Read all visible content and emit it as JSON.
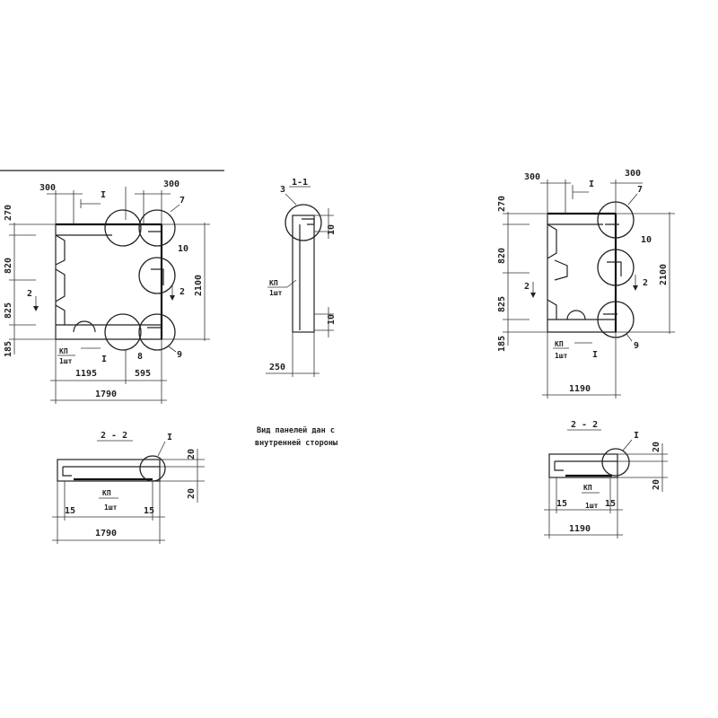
{
  "panel_left": {
    "dim_top_left": "300",
    "dim_top_right": "300",
    "section_mark": "I",
    "dims_left": [
      "270",
      "820",
      "825",
      "185"
    ],
    "dim_height": "2100",
    "bottom_dims": [
      "1195",
      "595"
    ],
    "overall_width": "1790",
    "callouts": [
      "7",
      "10",
      "8",
      "9"
    ],
    "section_2": "2",
    "kp_label": "КП",
    "kp_sub": "1шт"
  },
  "section_1_1": {
    "title": "1-1",
    "callout": "3",
    "dim_top": "10",
    "dim_bottom": "10",
    "width": "250",
    "kp_label": "КП",
    "kp_sub": "1шт"
  },
  "panel_right": {
    "dim_top_left": "300",
    "dim_top_right": "300",
    "section_mark": "I",
    "dims_left": [
      "270",
      "820",
      "825",
      "185"
    ],
    "dim_height": "2100",
    "overall_width": "1190",
    "callouts": [
      "7",
      "10",
      "9"
    ],
    "section_2": "2",
    "kp_label": "КП",
    "kp_sub": "1шт"
  },
  "section_2_2_left": {
    "title": "2 - 2",
    "callout": "I",
    "dim_top": "20",
    "dim_bottom": "20",
    "edge_left": "15",
    "edge_right": "15",
    "width": "1790",
    "kp_label": "КП",
    "kp_sub": "1шт"
  },
  "section_2_2_right": {
    "title": "2 - 2",
    "callout": "I",
    "dim_top": "20",
    "dim_bottom": "20",
    "edge_left": "15",
    "edge_right": "15",
    "width": "1190",
    "kp_label": "КП",
    "kp_sub": "1шт"
  },
  "note": {
    "line1": "Вид панелей дан с",
    "line2": "внутренней стороны"
  }
}
